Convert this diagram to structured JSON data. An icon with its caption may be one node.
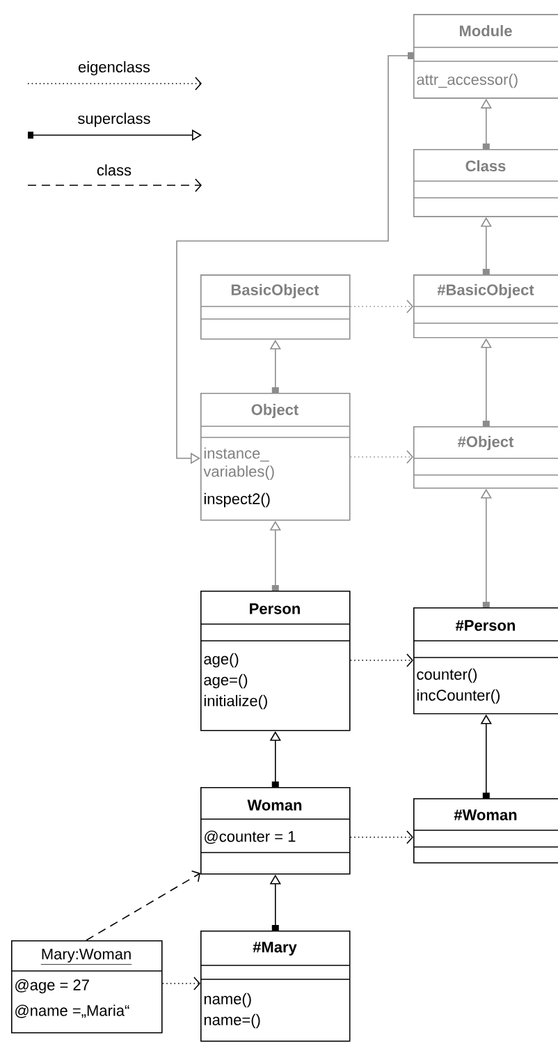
{
  "diagram": {
    "nodes": [
      {
        "text": [
          "Module",
          "attr_accessor()"
        ]
      },
      {
        "text": [
          "Class"
        ]
      },
      {
        "text": [
          "BasicObject"
        ]
      },
      {
        "text": [
          "#BasicObject"
        ]
      },
      {
        "text": [
          "Object",
          "instance_ variables()",
          "inspect2()"
        ]
      },
      {
        "text": [
          "#Object"
        ]
      },
      {
        "text": [
          "Person",
          "age()",
          "age=()",
          "initialize()"
        ]
      },
      {
        "text": [
          "#Person",
          "counter()",
          "incCounter()"
        ]
      },
      {
        "text": [
          "Woman",
          "@counter = 1"
        ]
      },
      {
        "text": [
          "#Woman"
        ]
      },
      {
        "text": [
          "Mary:Woman",
          "@age = 27",
          "@name =„Maria“"
        ]
      },
      {
        "text": [
          "#Mary",
          "name()",
          "name=()"
        ]
      }
    ],
    "edges": [
      {
        "from": 1,
        "to": 0,
        "arrow": "to"
      },
      {
        "from": 3,
        "to": 1,
        "arrow": "to"
      },
      {
        "from": 2,
        "to": 3,
        "arrow": "to",
        "style": "dashed"
      },
      {
        "from": 4,
        "to": 2,
        "arrow": "to"
      },
      {
        "from": 5,
        "to": 3,
        "arrow": "to"
      },
      {
        "from": 0,
        "to": 4,
        "arrow": "to"
      },
      {
        "from": 4,
        "to": 5,
        "arrow": "to",
        "style": "dashed"
      },
      {
        "from": 6,
        "to": 4,
        "arrow": "to"
      },
      {
        "from": 7,
        "to": 5,
        "arrow": "to"
      },
      {
        "from": 6,
        "to": 7,
        "arrow": "to",
        "style": "dashed",
        "color": "#000000"
      },
      {
        "from": 8,
        "to": 6,
        "arrow": "to",
        "color": "#000000"
      },
      {
        "from": 9,
        "to": 7,
        "arrow": "to",
        "color": "#000000"
      },
      {
        "from": 8,
        "to": 9,
        "arrow": "to",
        "style": "dashed",
        "color": "#000000"
      },
      {
        "from": 11,
        "to": 8,
        "arrow": "to",
        "color": "#000000"
      },
      {
        "from": 10,
        "to": 8,
        "arrow": "to",
        "style": "dashed",
        "color": "#000000"
      },
      {
        "from": 10,
        "to": 11,
        "arrow": "to",
        "style": "dashed",
        "color": "#000000"
      }
    ],
    "legend": [
      {
        "text": "eigenclass"
      },
      {
        "text": "superclass"
      },
      {
        "text": "class"
      }
    ]
  }
}
